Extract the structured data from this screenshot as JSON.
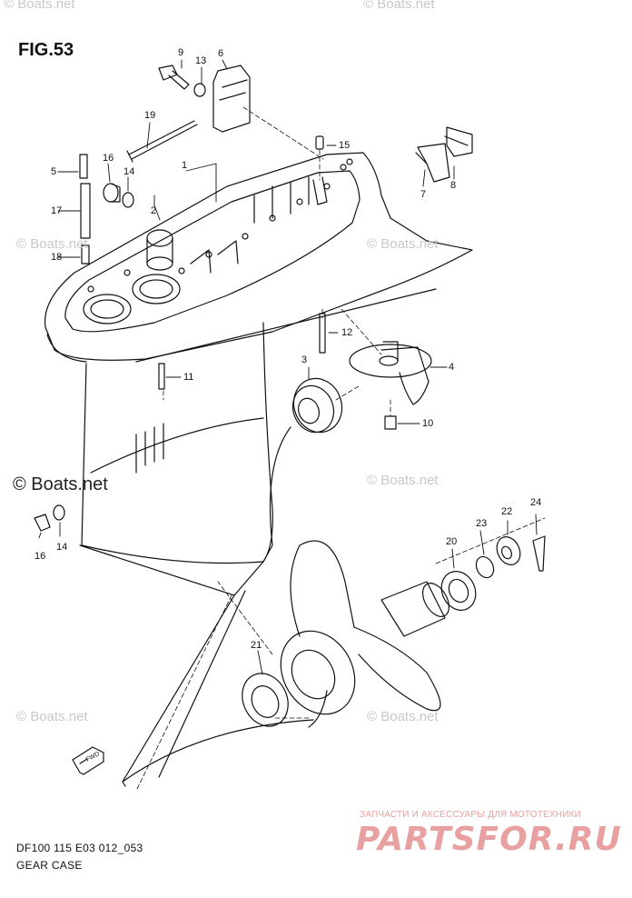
{
  "figure_title": "FIG.53",
  "diagram_code": "DF100 115 E03 012_053",
  "caption": "GEAR CASE",
  "watermark": "© Boats.net",
  "watermark_large": "© Boats.net",
  "shop_subtitle": "ЗАПЧАСТИ И АКСЕССУАРЫ ДЛЯ МОТОТЕХНИКИ",
  "shop_logo": "PARTSFOR.RU",
  "fwd_label": "FWD",
  "callouts": {
    "c1": "1",
    "c2": "2",
    "c3": "3",
    "c4": "4",
    "c5": "5",
    "c6": "6",
    "c7": "7",
    "c8": "8",
    "c9": "9",
    "c10": "10",
    "c11": "11",
    "c12": "12",
    "c13": "13",
    "c14": "14",
    "c14b": "14",
    "c15": "15",
    "c16": "16",
    "c16b": "16",
    "c17": "17",
    "c18": "18",
    "c19": "19",
    "c20": "20",
    "c21": "21",
    "c22": "22",
    "c23": "23",
    "c24": "24"
  }
}
